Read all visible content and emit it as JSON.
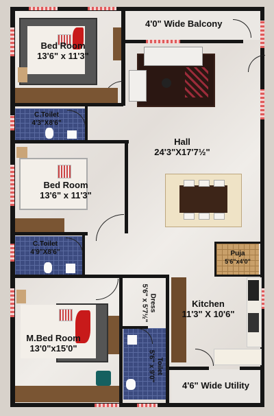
{
  "rooms": {
    "balcony": {
      "name": "4'0\" Wide Balcony"
    },
    "bedroom_top": {
      "name": "Bed Room",
      "size": "13'6\" x 11'3\""
    },
    "toilet_top": {
      "name": "C.Toilet",
      "size": "4'3\"X8'6\""
    },
    "hall": {
      "name": "Hall",
      "size": "24'3\"X17'7½\""
    },
    "bedroom_mid": {
      "name": "Bed Room",
      "size": "13'6\" x 11'3\""
    },
    "toilet_mid": {
      "name": "C.Toilet",
      "size": "4'9\"X8'6\""
    },
    "puja": {
      "name": "Puja",
      "size": "5'6\"x4'0\""
    },
    "dress": {
      "name": "Dress",
      "size": "5'6\" x 5'7½\""
    },
    "toilet_master": {
      "name": "Toilet",
      "size": "5'6\" x 9'0\""
    },
    "kitchen": {
      "name": "Kitchen",
      "size": "11'3\" X 10'6\""
    },
    "master_bedroom": {
      "name": "M.Bed Room",
      "size": "13'0\"x15'0\""
    },
    "utility": {
      "name": "4'6\" Wide Utility"
    }
  },
  "colors": {
    "wall": "#151515",
    "window": "#e05a5a",
    "tile": "#3c4b80",
    "wood": "#7a5533",
    "puja_floor": "#c9a06a"
  }
}
